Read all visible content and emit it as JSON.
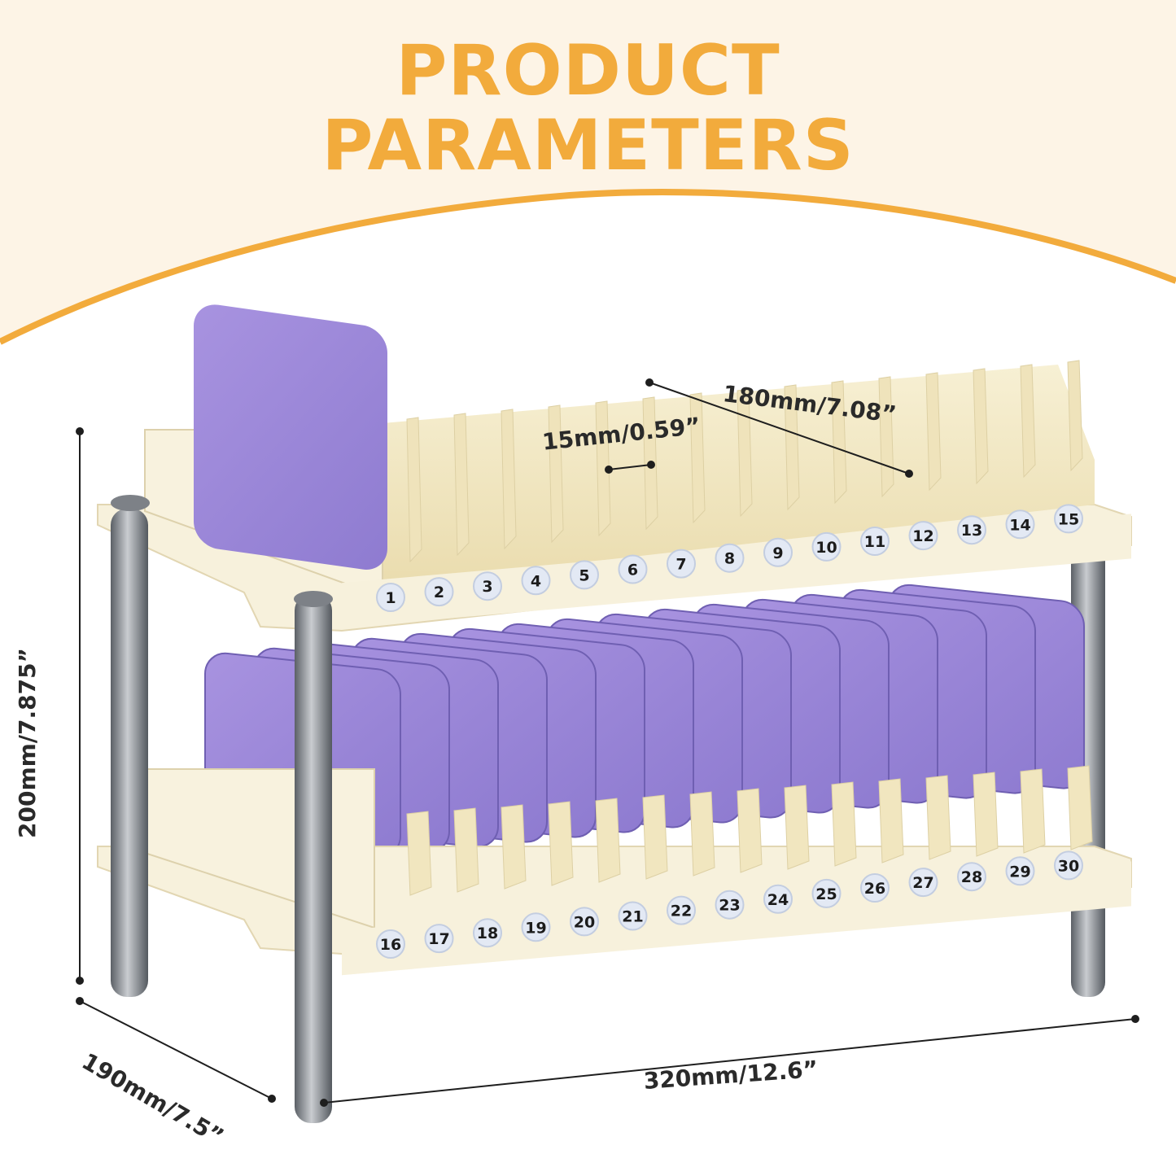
{
  "title": {
    "line1": "PRODUCT",
    "line2": "PARAMETERS"
  },
  "dimensions": {
    "depth_top": "180mm/7.08”",
    "slot_width": "15mm/0.59”",
    "height": "200mm/7.875”",
    "depth": "190mm/7.5”",
    "width": "320mm/12.6”"
  },
  "top_shelf_slots": [
    "1",
    "2",
    "3",
    "4",
    "5",
    "6",
    "7",
    "8",
    "9",
    "10",
    "11",
    "12",
    "13",
    "14",
    "15"
  ],
  "bottom_shelf_slots": [
    "16",
    "17",
    "18",
    "19",
    "20",
    "21",
    "22",
    "23",
    "24",
    "25",
    "26",
    "27",
    "28",
    "29",
    "30"
  ],
  "colors": {
    "accent": "#f2ab3c",
    "band": "#fdf3e4",
    "rack": "#f6efd8",
    "phone": "#a996df",
    "pole": "#8a8f96"
  }
}
